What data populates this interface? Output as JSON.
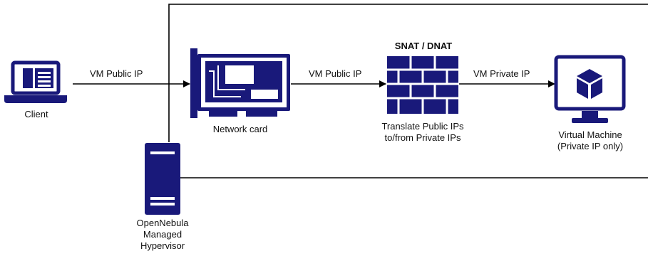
{
  "colors": {
    "icon_navy": "#19197a",
    "line_black": "#000000",
    "text": "#111111",
    "bg": "#ffffff"
  },
  "icons": {
    "client": "laptop-icon",
    "network_card": "network-card-icon",
    "firewall": "firewall-icon",
    "virtual_machine": "monitor-cube-icon",
    "hypervisor": "server-tower-icon"
  },
  "nodes": {
    "client": {
      "label": "Client"
    },
    "network_card": {
      "label": "Network card"
    },
    "firewall": {
      "title": "SNAT / DNAT",
      "caption_line1": "Translate Public IPs",
      "caption_line2": "to/from Private IPs"
    },
    "virtual_machine": {
      "label_line1": "Virtual Machine",
      "label_line2": "(Private IP only)"
    },
    "hypervisor": {
      "label_line1": "OpenNebula",
      "label_line2": "Managed",
      "label_line3": "Hypervisor"
    }
  },
  "edges": {
    "client_to_card": "VM Public IP",
    "card_to_firewall": "VM Public IP",
    "firewall_to_vm": "VM Private IP"
  }
}
